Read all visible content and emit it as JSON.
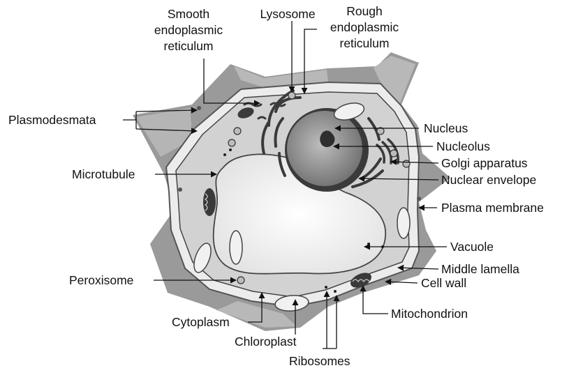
{
  "diagram": {
    "labels": {
      "smooth_er": [
        "Smooth",
        "endoplasmic",
        "reticulum"
      ],
      "lysosome": "Lysosome",
      "rough_er": [
        "Rough",
        "endoplasmic",
        "reticulum"
      ],
      "plasmodesmata": "Plasmodesmata",
      "microtubule": "Microtubule",
      "peroxisome": "Peroxisome",
      "cytoplasm": "Cytoplasm",
      "chloroplast": "Chloroplast",
      "ribosomes": "Ribosomes",
      "nucleus": "Nucleus",
      "nucleolus": "Nucleolus",
      "golgi": "Golgi apparatus",
      "nuclear_envelope": "Nuclear envelope",
      "plasma_membrane": "Plasma membrane",
      "vacuole": "Vacuole",
      "middle_lamella": "Middle lamella",
      "cell_wall": "Cell wall",
      "mitochondrion": "Mitochondrion"
    },
    "colors": {
      "wall_dark": "#7a7a7a",
      "wall_light": "#ececec",
      "cytoplasm": "#d2d2d2",
      "vacuole": "#f4f4f4",
      "nucleus": "#8c8c8c",
      "organelle": "#3a3a3a"
    }
  }
}
